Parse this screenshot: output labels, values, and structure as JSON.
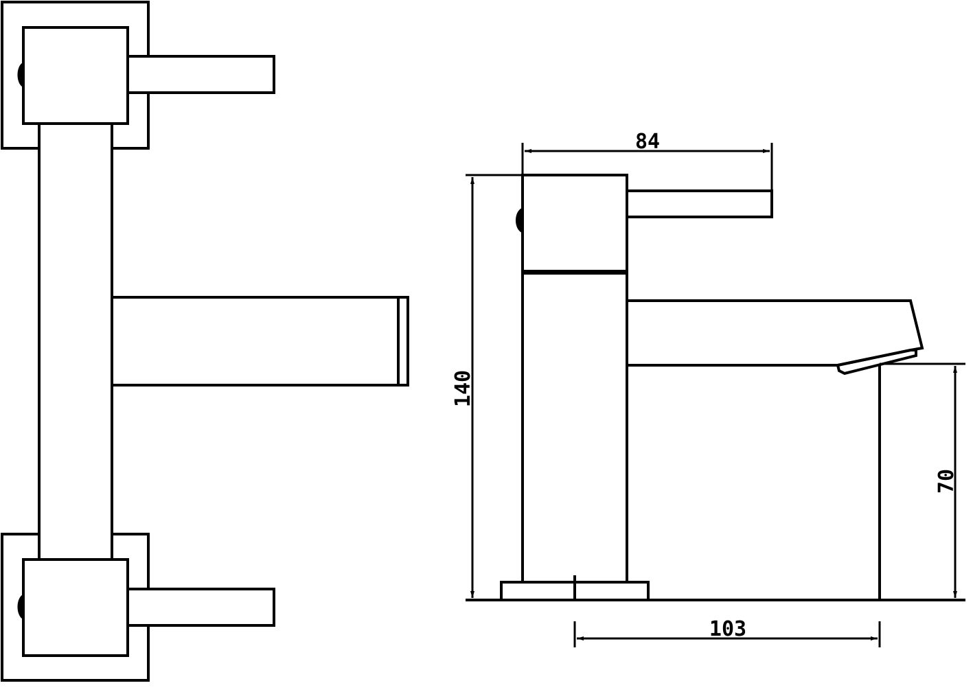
{
  "drawing": {
    "dimensions": {
      "handle_reach": "84",
      "overall_height": "140",
      "spout_height": "70",
      "spout_projection": "103"
    }
  }
}
